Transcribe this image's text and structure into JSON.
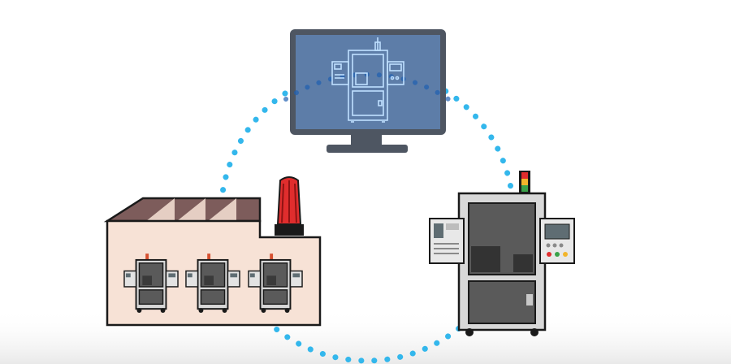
{
  "colors": {
    "background": "#ffffff",
    "floor_shadow": "#e9e9e9",
    "connection_dots": "#33b7ec",
    "outline": "#1a1a1a",
    "monitor_frame": "#4e5662",
    "monitor_screen": "#5d7da8",
    "blueprint_lines": "#bfe0ff",
    "factory_wall": "#f7e2d6",
    "factory_roof": "#7d5c5b",
    "alarm_beacon": "#e02d2d",
    "machine_body": "#d8d8d8",
    "machine_window": "#5a5a5a",
    "panel_screen": "#5f6d73"
  },
  "nodes": {
    "monitor": {
      "icon": "computer-monitor-icon",
      "content": "machine-blueprint-icon"
    },
    "factory": {
      "icon": "factory-icon",
      "machine_count": 3,
      "beacon": "red-alarm-light-icon"
    },
    "machine": {
      "icon": "industrial-machine-icon",
      "status_lights": [
        "#e02d2d",
        "#f2b52c",
        "#3aa24a"
      ]
    }
  },
  "connections": {
    "style": "dotted-circle",
    "links": [
      "monitor-factory",
      "monitor-machine",
      "factory-machine"
    ]
  }
}
